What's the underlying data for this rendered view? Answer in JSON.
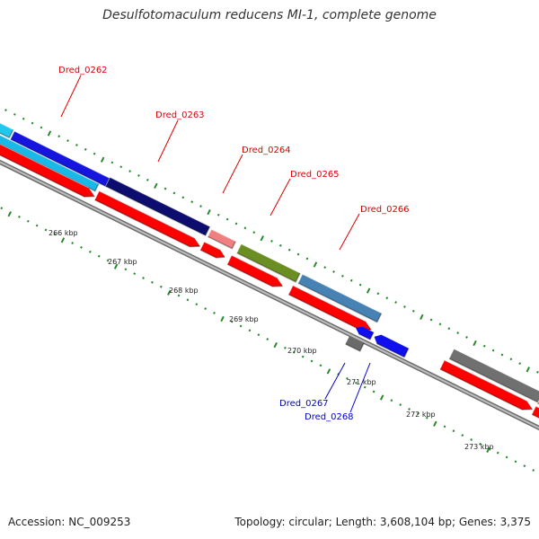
{
  "title": "Desulfotomaculum reducens MI-1, complete genome",
  "footer": {
    "accession": "Accession: NC_009253",
    "stats": "Topology: circular; Length: 3,608,104 bp; Genes: 3,375"
  },
  "colors": {
    "forward_label": "#dd0000",
    "reverse_label": "#0000cc",
    "cds_red": "#ff0000",
    "backbone": "#888888",
    "tick": "#2a8a2a"
  },
  "gene_labels": [
    {
      "text": "Dred_0262",
      "strand": "forward"
    },
    {
      "text": "Dred_0263",
      "strand": "forward"
    },
    {
      "text": "Dred_0264",
      "strand": "forward"
    },
    {
      "text": "Dred_0265",
      "strand": "forward"
    },
    {
      "text": "Dred_0266",
      "strand": "forward"
    },
    {
      "text": "Dred_0267",
      "strand": "reverse"
    },
    {
      "text": "Dred_0268",
      "strand": "reverse"
    }
  ],
  "scale_labels": [
    "266 kbp",
    "267 kbp",
    "268 kbp",
    "269 kbp",
    "270 kbp",
    "271 kbp",
    "272 kbp",
    "273 kbp"
  ]
}
